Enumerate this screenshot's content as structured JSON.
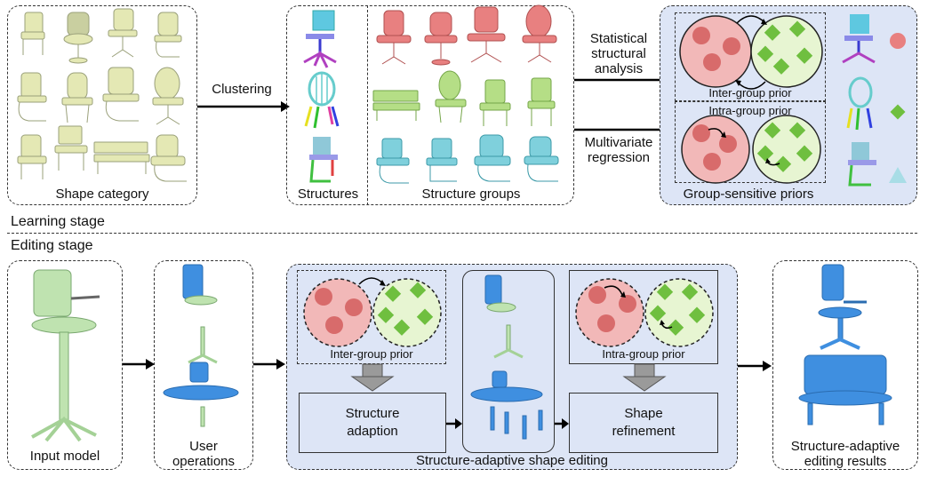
{
  "learning": {
    "shape_category": "Shape category",
    "clustering": "Clustering",
    "structures": "Structures",
    "structure_groups": "Structure groups",
    "statistical": [
      "Statistical",
      "structural",
      "analysis"
    ],
    "multivariate": [
      "Multivariate",
      "regression"
    ],
    "inter_group_prior": "Inter-group prior",
    "intra_group_prior": "Intra-group prior",
    "group_sensitive_priors": "Group-sensitive priors",
    "stage_label": "Learning stage"
  },
  "editing": {
    "stage_label": "Editing stage",
    "input_model": "Input model",
    "user_operations": [
      "User",
      "operations"
    ],
    "inter_group_prior": "Inter-group prior",
    "intra_group_prior": "Intra-group prior",
    "structure_adaption": [
      "Structure",
      "adaption"
    ],
    "shape_refinement": [
      "Shape",
      "refinement"
    ],
    "structure_adaptive_shape_editing": "Structure-adaptive shape editing",
    "results": [
      "Structure-adaptive",
      "editing results"
    ]
  },
  "colors": {
    "red_group": "#f2b8b8",
    "red_dot": "#d86b6b",
    "green_group": "#e7f5d2",
    "green_dot": "#6fbf3f",
    "panel_blue": "#dde5f6",
    "chair_yellow": "#e4e8b4",
    "chair_blue": "#3f8fe0"
  }
}
